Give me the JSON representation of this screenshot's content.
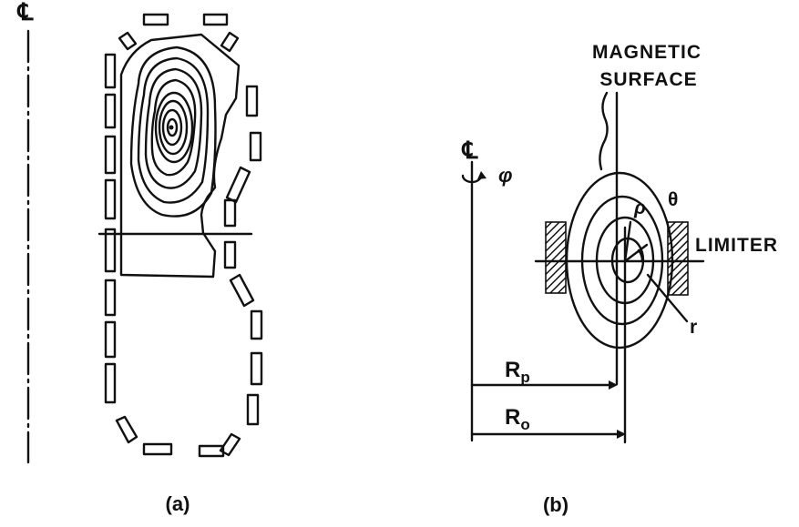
{
  "panel_a": {
    "centerline_symbol": "℄",
    "caption": "(a)"
  },
  "panel_b": {
    "centerline_symbol": "℄",
    "phi_label": "φ",
    "magnetic_surface_line1": "MAGNETIC",
    "magnetic_surface_line2": "SURFACE",
    "rho_label": "ρ",
    "theta_label": "θ",
    "limiter_label": "LIMITER",
    "r_label": "r",
    "rp_label": "R",
    "rp_subscript": "p",
    "ro_label": "R",
    "ro_subscript": "o",
    "caption": "(b)"
  }
}
